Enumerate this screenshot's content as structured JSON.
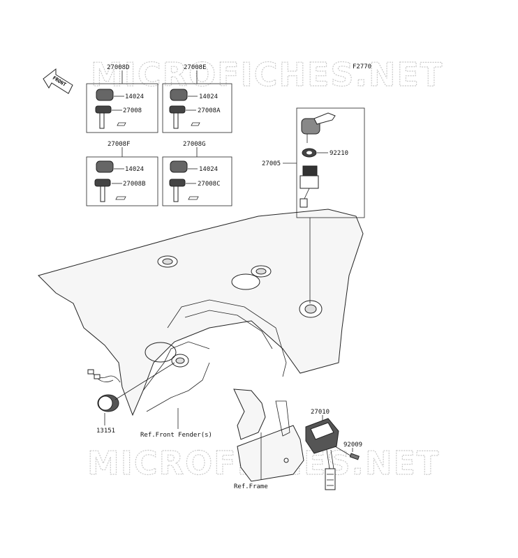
{
  "figure_code": "F2770",
  "watermark": "MICROFICHES.NET",
  "front_label": "FRONT",
  "key_sets": [
    {
      "set": "27008D",
      "top": "14024",
      "bottom": "27008"
    },
    {
      "set": "27008E",
      "top": "14024",
      "bottom": "27008A"
    },
    {
      "set": "27008F",
      "top": "14024",
      "bottom": "27008B"
    },
    {
      "set": "27008G",
      "top": "14024",
      "bottom": "27008C"
    }
  ],
  "ignition": {
    "assembly": "27005",
    "nut": "92210"
  },
  "parts": {
    "indicator": "13151",
    "relay": "27010",
    "bolt": "92009",
    "ref_fender": "Ref.Front Fender(s)",
    "ref_frame": "Ref.Frame"
  }
}
